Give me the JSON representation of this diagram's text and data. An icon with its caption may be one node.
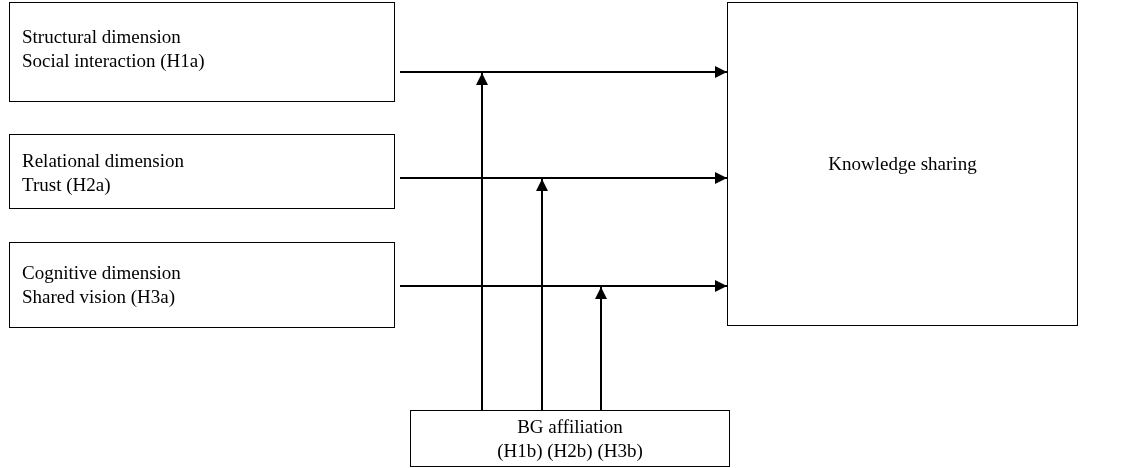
{
  "diagram": {
    "nodes": [
      {
        "text": [
          "Structural dimension",
          "Social interaction (H1a)"
        ]
      },
      {
        "text": [
          "Relational dimension",
          "Trust (H2a)"
        ]
      },
      {
        "text": [
          "Cognitive dimension",
          "Shared vision (H3a)"
        ]
      },
      {
        "text": [
          "Knowledge sharing"
        ]
      },
      {
        "text": [
          "BG affiliation",
          "(H1b) (H2b) (H3b)"
        ]
      }
    ],
    "edges": [
      {
        "from": 0,
        "to": 3,
        "arrow": "to"
      },
      {
        "from": 1,
        "to": 3,
        "arrow": "to"
      },
      {
        "from": 2,
        "to": 3,
        "arrow": "to"
      },
      {
        "from": 4,
        "to": null,
        "arrow": "to"
      },
      {
        "from": 4,
        "to": null,
        "arrow": "to"
      },
      {
        "from": 4,
        "to": null,
        "arrow": "to"
      }
    ]
  }
}
